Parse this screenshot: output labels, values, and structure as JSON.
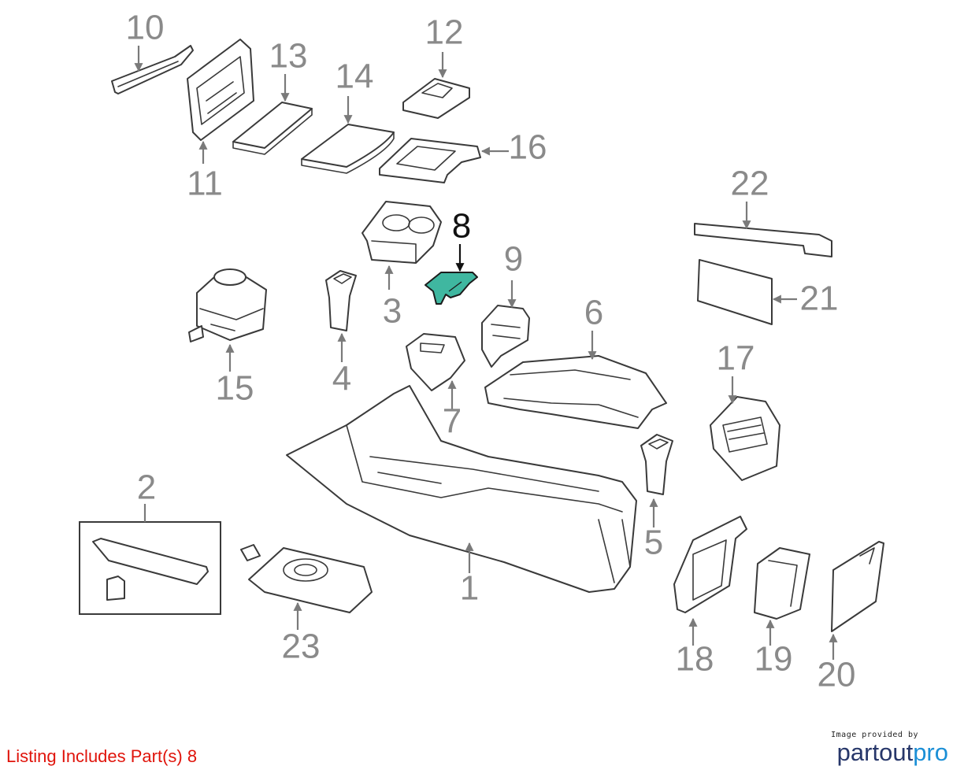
{
  "diagram": {
    "callouts": {
      "c1": "1",
      "c2": "2",
      "c3": "3",
      "c4": "4",
      "c5": "5",
      "c6": "6",
      "c7": "7",
      "c8": "8",
      "c9": "9",
      "c10": "10",
      "c11": "11",
      "c12": "12",
      "c13": "13",
      "c14": "14",
      "c15": "15",
      "c16": "16",
      "c17": "17",
      "c18": "18",
      "c19": "19",
      "c20": "20",
      "c21": "21",
      "c22": "22",
      "c23": "23"
    },
    "highlighted_part": "8",
    "colors": {
      "highlight_fill": "#3fb7a0",
      "callout_text": "#8a8a8a",
      "active_callout": "#111111"
    }
  },
  "footer": {
    "listing_text": "Listing Includes Part(s) 8",
    "listing_color": "#e0140b",
    "credit_caption": "Image provided by",
    "brand_part1": "partout",
    "brand_part2": "pro",
    "brand_colors": [
      "#27376a",
      "#1b8fd6"
    ]
  }
}
